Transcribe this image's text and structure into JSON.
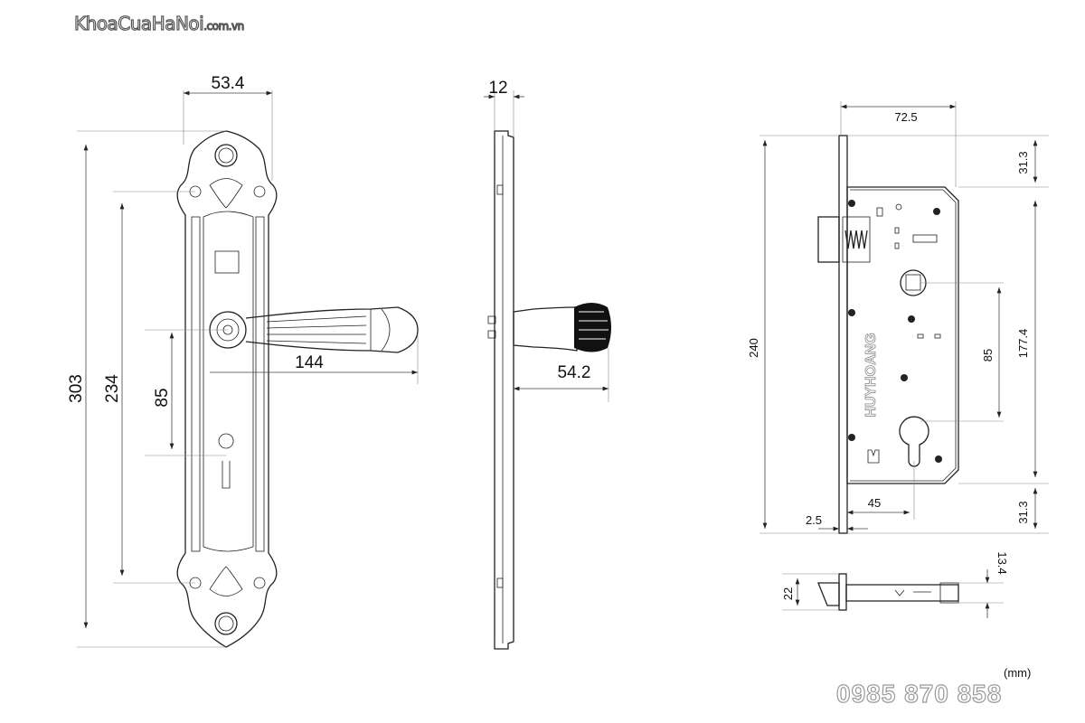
{
  "branding": {
    "site_name": "KhoaCuaHaNoi",
    "domain_suffix": ".com.vn",
    "phone": "0985 870 858",
    "engraving": "HUYHOANG"
  },
  "units": "(mm)",
  "front_view": {
    "plate_width": "53.4",
    "overall_height": "303",
    "screw_spacing": "234",
    "handle_to_keyhole": "85",
    "handle_length": "144"
  },
  "side_view": {
    "plate_thickness": "12",
    "handle_projection": "54.2"
  },
  "lock_body": {
    "case_depth": "72.5",
    "faceplate_height": "240",
    "top_margin": "31.3",
    "case_height": "177.4",
    "center_distance": "85",
    "bottom_margin": "31.3",
    "backset": "45",
    "faceplate_thickness": "2.5"
  },
  "bottom_view": {
    "latch_width": "22",
    "bolt_width": "13.4"
  }
}
